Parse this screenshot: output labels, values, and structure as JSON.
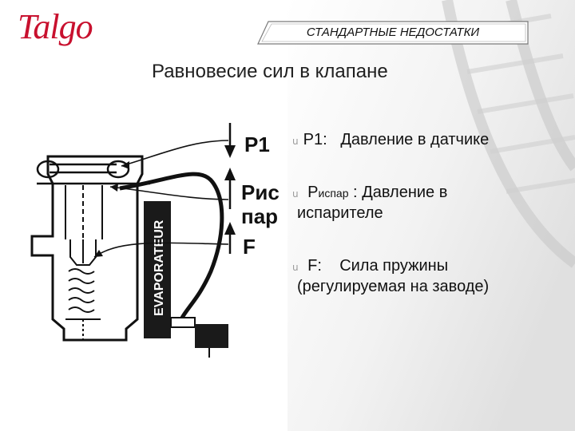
{
  "header": {
    "logo_text": "Talgo",
    "section_title": "СТАНДАРТНЫЕ НЕДОСТАТКИ"
  },
  "slide": {
    "title": "Равновесие сил в клапане"
  },
  "diagram": {
    "evaporator_label": "EVAPORATEUR",
    "force_labels": {
      "p1": "P1",
      "pisp_line1": "Рис",
      "pisp_line2": "пар",
      "f": "F"
    }
  },
  "bullets": [
    {
      "marker": "u",
      "label": "P1:",
      "text": "Давление в датчике"
    },
    {
      "marker": "u",
      "label": "P",
      "label_sub": "испар",
      "label_suffix": " :",
      "text": "Давление в",
      "text_line2": "испарителе"
    },
    {
      "marker": "u",
      "label": "F:",
      "text": "Сила пружины",
      "text_line2": "(регулируемая на заводе)"
    }
  ],
  "colors": {
    "brand": "#c8102e",
    "text": "#111111",
    "marker": "#9a9a9a"
  }
}
